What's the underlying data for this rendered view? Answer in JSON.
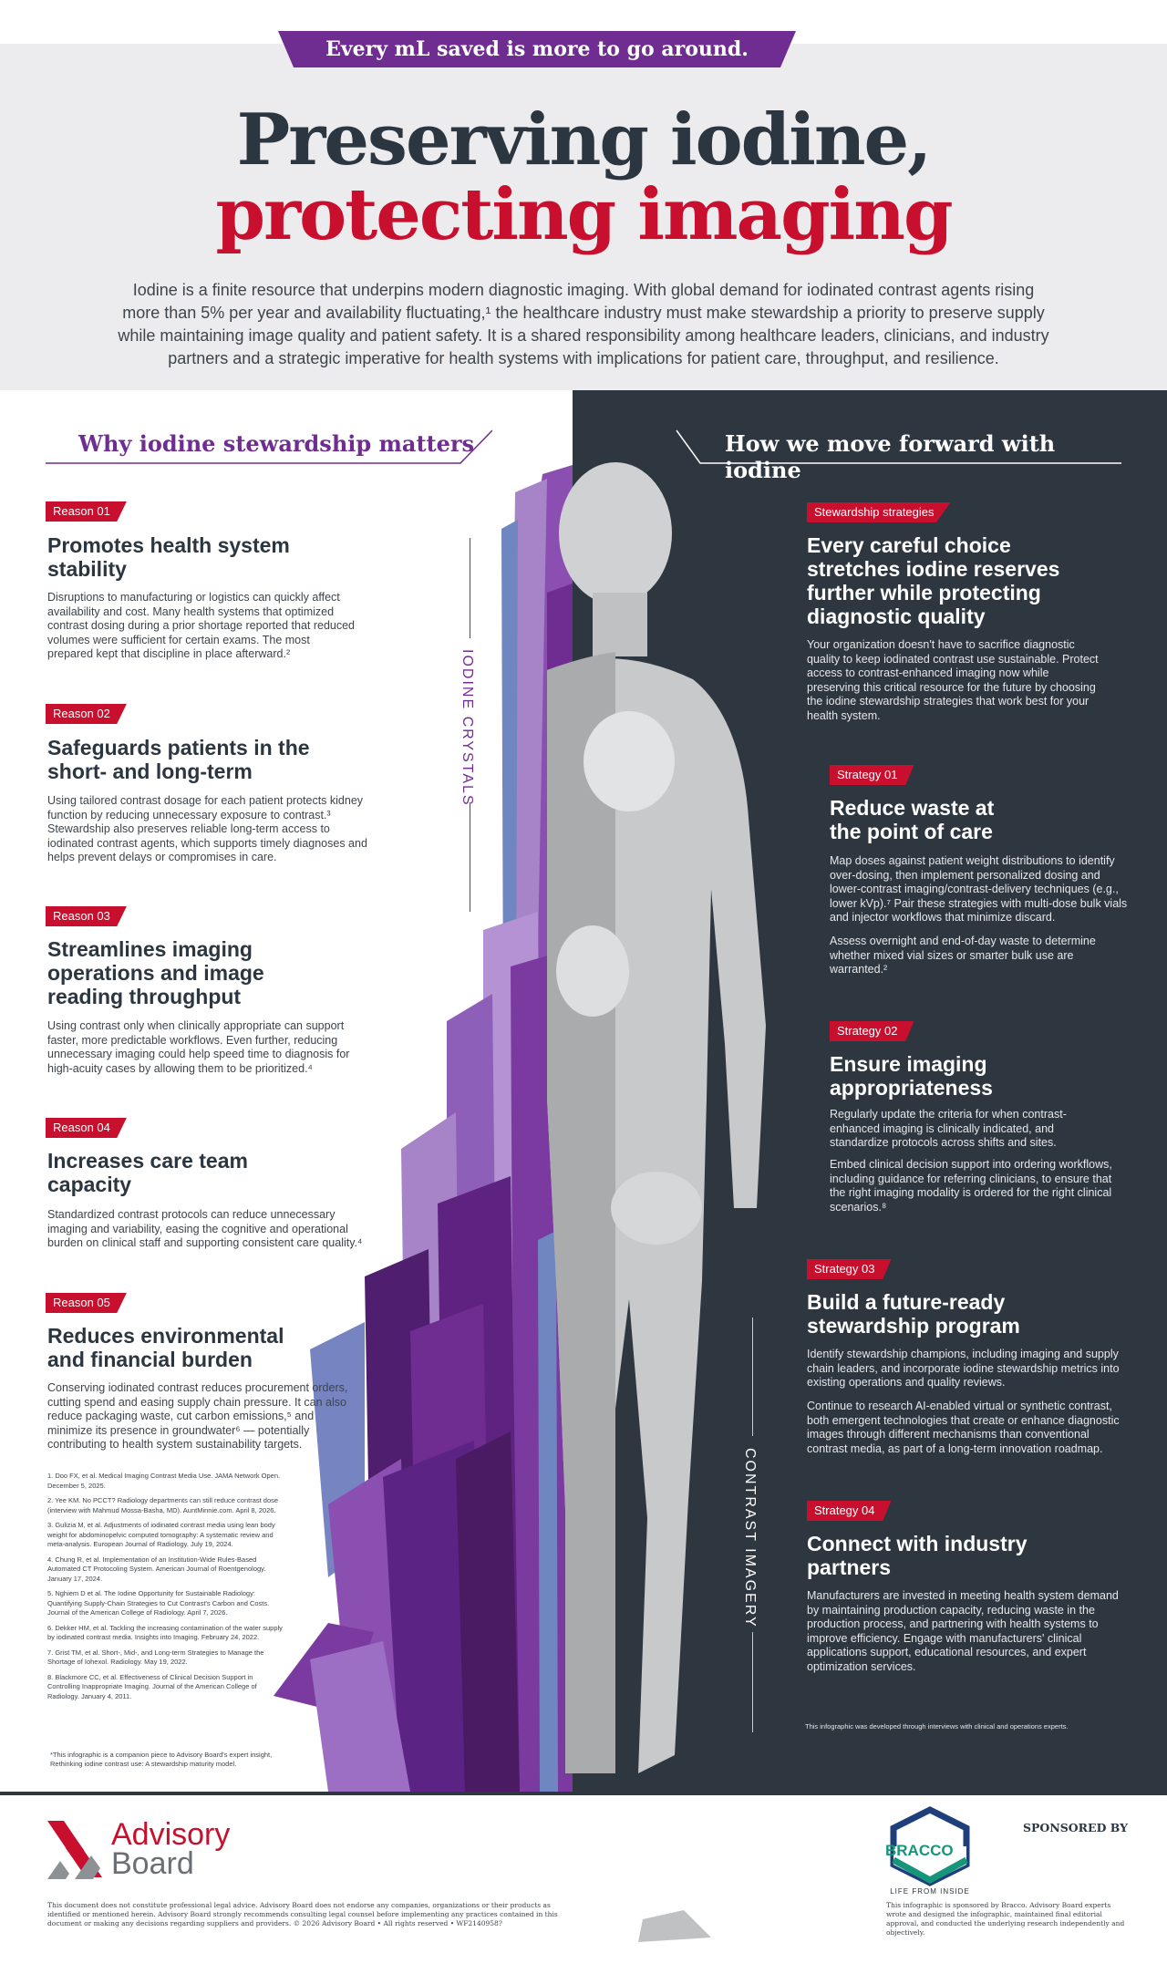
{
  "banner": {
    "text": "Every mL saved is more to go around."
  },
  "title": {
    "line1": "Preserving iodine,",
    "line2": "protecting imaging"
  },
  "intro": "Iodine is a finite resource that underpins modern diagnostic imaging. With global demand for iodinated contrast agents rising more than 5% per year and availability fluctuating,¹ the healthcare industry must make stewardship a priority to preserve supply while maintaining image quality and patient safety. It is a shared responsibility among healthcare leaders, clinicians, and industry partners and a strategic imperative for health systems with implications for patient care, throughput, and resilience.",
  "left": {
    "heading": "Why iodine stewardship matters",
    "vertical_label": "IODINE CRYSTALS",
    "reasons": [
      {
        "tag": "Reason 01",
        "title": "Promotes health system stability",
        "body": "Disruptions to manufacturing or logistics can quickly affect availability and cost. Many health systems that optimized contrast dosing during a prior shortage reported that reduced volumes were sufficient for certain exams. The most prepared kept that discipline in place afterward.²"
      },
      {
        "tag": "Reason 02",
        "title": "Safeguards patients in the short- and long-term",
        "body": "Using tailored contrast dosage for each patient protects kidney function by reducing unnecessary exposure to contrast.³ Stewardship also preserves reliable long-term access to iodinated contrast agents, which supports timely diagnoses and helps prevent delays or compromises in care."
      },
      {
        "tag": "Reason 03",
        "title": "Streamlines imaging operations and image reading throughput",
        "body": "Using contrast only when clinically appropriate can support faster, more predictable workflows. Even further, reducing unnecessary imaging could help speed time to diagnosis for high-acuity cases by allowing them to be prioritized.⁴"
      },
      {
        "tag": "Reason 04",
        "title": "Increases care team capacity",
        "body": "Standardized contrast protocols can reduce unnecessary imaging and variability, easing the cognitive and operational burden on clinical staff and supporting consistent care quality.⁴"
      },
      {
        "tag": "Reason 05",
        "title": "Reduces environmental and financial burden",
        "body": "Conserving iodinated contrast reduces procurement orders, cutting spend and easing supply chain pressure. It can also reduce packaging waste, cut carbon emissions,⁵ and minimize its presence in groundwater⁶ — potentially contributing to health system sustainability targets."
      }
    ],
    "references": [
      "1. Doo FX, et al. Medical Imaging Contrast Media Use. JAMA Network Open. December 5, 2025.",
      "2. Yee KM. No PCCT? Radiology departments can still reduce contrast dose (interview with Mahmud Mossa-Basha, MD). AuntMinnie.com. April 8, 2026.",
      "3. Gulizia M, et al. Adjustments of iodinated contrast media using lean body weight for abdominopelvic computed tomography: A systematic review and meta-analysis. European Journal of Radiology. July 19, 2024.",
      "4. Chung R, et al. Implementation of an Institution-Wide Rules-Based Automated CT Protocoling System. American Journal of Roentgenology. January 17, 2024.",
      "5. Nghiem D et al. The Iodine Opportunity for Sustainable Radiology: Quantifying Supply-Chain Strategies to Cut Contrast's Carbon and Costs. Journal of the American College of Radiology. April 7, 2026.",
      "6. Dekker HM, et al. Tackling the increasing contamination of the water supply by iodinated contrast media. Insights into Imaging. February 24, 2022.",
      "7. Grist TM, et al. Short-, Mid-, and Long-term Strategies to Manage the Shortage of Iohexol. Radiology. May 19, 2022.",
      "8. Blackmore CC, et al. Effectiveness of Clinical Decision Support in Controlling Inappropriate Imaging. Journal of the American College of Radiology. January 4, 2011."
    ],
    "footnote": "*This infographic is a companion piece to Advisory Board's expert insight, Rethinking iodine contrast use: A stewardship maturity model."
  },
  "right": {
    "heading": "How we move forward with iodine",
    "vertical_label": "CONTRAST IMAGERY",
    "intro_tag": "Stewardship strategies",
    "intro_title": "Every careful choice stretches iodine reserves further while protecting diagnostic quality",
    "intro_body": "Your organization doesn't have to sacrifice diagnostic quality to keep iodinated contrast use sustainable. Protect access to contrast-enhanced imaging now while preserving this critical resource for the future by choosing the iodine stewardship strategies that work best for your health system.",
    "strategies": [
      {
        "tag": "Strategy 01",
        "title": "Reduce waste at the point of care",
        "body1": "Map doses against patient weight distributions to identify over-dosing, then implement personalized dosing and lower-contrast imaging/contrast-delivery techniques (e.g., lower kVp).⁷ Pair these strategies with multi-dose bulk vials and injector workflows that minimize discard.",
        "body2": "Assess overnight and end-of-day waste to determine whether mixed vial sizes or smarter bulk use are warranted.²"
      },
      {
        "tag": "Strategy 02",
        "title": "Ensure imaging appropriateness",
        "body1": "Regularly update the criteria for when contrast-enhanced imaging is clinically indicated, and standardize protocols across shifts and sites.",
        "body2": "Embed clinical decision support into ordering workflows, including guidance for referring clinicians, to ensure that the right imaging modality is ordered for the right clinical scenarios.⁸"
      },
      {
        "tag": "Strategy 03",
        "title": "Build a future-ready stewardship program",
        "body1": "Identify stewardship champions, including imaging and supply chain leaders, and incorporate iodine stewardship metrics into existing operations and quality reviews.",
        "body2": "Continue to research AI-enabled virtual or synthetic contrast, both emergent technologies that create or enhance diagnostic images through different mechanisms than conventional contrast media, as part of a long-term innovation roadmap."
      },
      {
        "tag": "Strategy 04",
        "title": "Connect with industry partners",
        "body1": "Manufacturers are invested in meeting health system demand by maintaining production capacity, reducing waste in the production process, and partnering with health systems to improve efficiency. Engage with manufacturers' clinical applications support, educational resources, and expert optimization services.",
        "body2": ""
      }
    ],
    "note": "This infographic was developed through interviews with clinical and operations experts."
  },
  "footer": {
    "logo_line1": "Advisory",
    "logo_line2": "Board",
    "disclaimer": "This document does not constitute professional legal advice. Advisory Board does not endorse any companies, organizations or their products as identified or mentioned herein. Advisory Board strongly recommends consulting legal counsel before implementing any practices contained in this document or making any decisions regarding suppliers and providers. © 2026 Advisory Board • All rights reserved • WF2140958?",
    "sponsor_label": "SPONSORED BY",
    "sponsor_name": "BRACCO",
    "sponsor_tagline": "LIFE FROM INSIDE",
    "sponsor_note": "This infographic is sponsored by Bracco. Advisory Board experts wrote and designed the infographic, maintained final editorial approval, and conducted the underlying research independently and objectively."
  },
  "colors": {
    "purple": "#6f2c91",
    "red": "#c8102e",
    "navy": "#2e3640",
    "light_bg": "#ececee"
  }
}
